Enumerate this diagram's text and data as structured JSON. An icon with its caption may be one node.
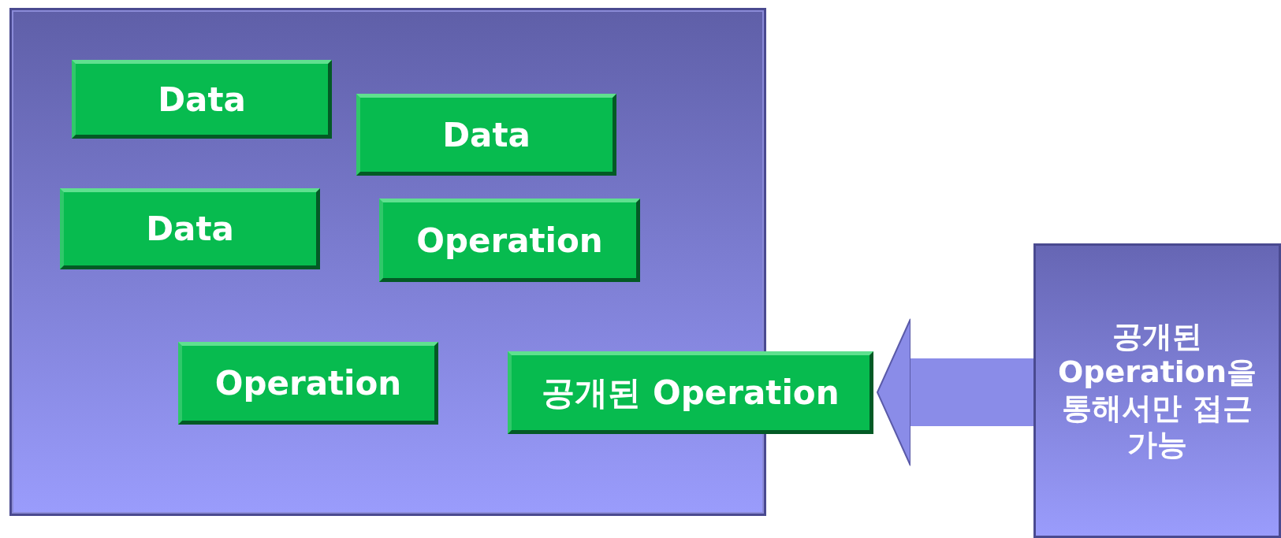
{
  "diagram": {
    "nodes": [
      {
        "text": [],
        "shape": "box"
      },
      {
        "text": [
          "Data"
        ],
        "in": 0
      },
      {
        "text": [
          "Data"
        ],
        "in": 0
      },
      {
        "text": [
          "Data"
        ],
        "in": 0
      },
      {
        "text": [
          "Operation"
        ],
        "in": 0
      },
      {
        "text": [
          "Operation"
        ],
        "in": 0
      },
      {
        "text": [
          "공개된 Operation"
        ]
      },
      {
        "text": [
          "공개된 Operation을 통해서만 접근 가능"
        ]
      }
    ],
    "edges": [
      {
        "from": 7,
        "to": 6,
        "arrow": "to"
      }
    ]
  }
}
